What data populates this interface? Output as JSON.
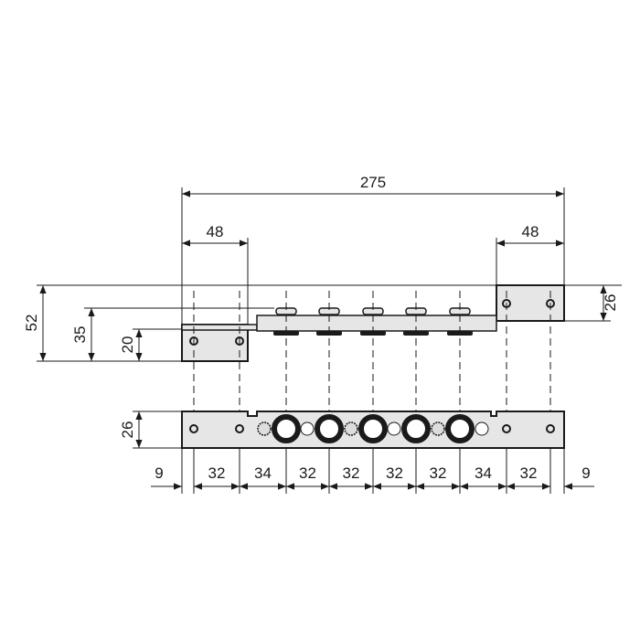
{
  "drawing": {
    "dimensions": {
      "overall_width": "275",
      "left_bracket_width": "48",
      "right_bracket_width": "48",
      "total_height": "52",
      "rail_height": "35",
      "left_bracket_height": "20",
      "right_bracket_height": "26",
      "front_height": "26",
      "spacings": [
        "9",
        "32",
        "34",
        "32",
        "32",
        "32",
        "32",
        "34",
        "32",
        "9"
      ]
    },
    "colors": {
      "line": "#1a1a1a",
      "fill": "#e6e6e6"
    }
  }
}
